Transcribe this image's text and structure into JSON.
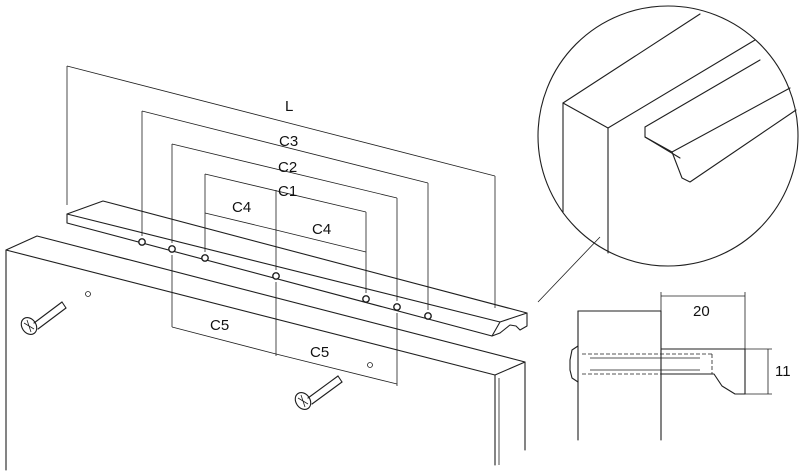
{
  "labels": {
    "L": "L",
    "C3": "C3",
    "C2": "C2",
    "C1": "C1",
    "C4_left": "C4",
    "C4_right": "C4",
    "C5_left": "C5",
    "C5_right": "C5"
  },
  "dimensions": {
    "depth": "20",
    "height": "11"
  },
  "colors": {
    "line": "#1f1f1f",
    "background": "#ffffff"
  }
}
